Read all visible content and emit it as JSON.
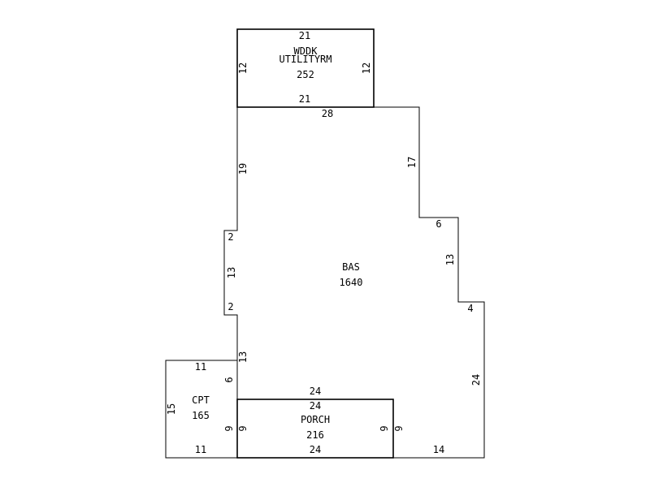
{
  "areas": {
    "utility": {
      "name1": "WDDK",
      "name2": "UTILITYRM",
      "area": "252"
    },
    "bas": {
      "name": "BAS",
      "area": "1640"
    },
    "cpt": {
      "name": "CPT",
      "area": "165"
    },
    "porch": {
      "name": "PORCH",
      "area": "216"
    }
  },
  "dims": {
    "util_top": "21",
    "util_left": "12",
    "util_right": "12",
    "util_bottom": "21",
    "bas_top": "28",
    "bas_right_upper": "17",
    "bas_step1": "6",
    "bas_right_mid": "13",
    "bas_step2": "4",
    "bas_right_lower": "24",
    "bas_bottom_right": "14",
    "bas_left_upper": "19",
    "bas_jog_top": "2",
    "bas_left_mid": "13",
    "bas_jog_bottom": "2",
    "bas_left_lower": "13",
    "cpt_top": "11",
    "cpt_left": "15",
    "cpt_right_upper": "6",
    "cpt_right_lower": "9",
    "cpt_bottom": "11",
    "porch_top_outer": "24",
    "porch_top": "24",
    "porch_left": "9",
    "porch_right": "9",
    "porch_right_outer": "9",
    "porch_bottom": "24"
  }
}
